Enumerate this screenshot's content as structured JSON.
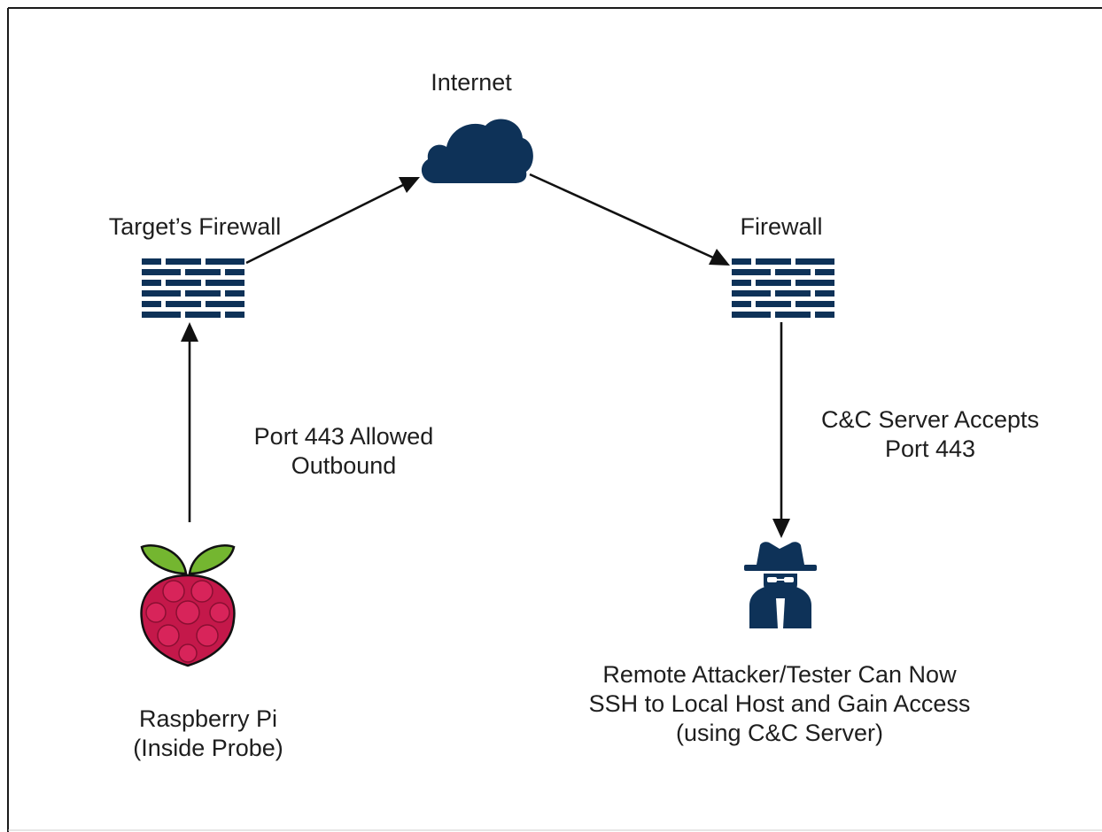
{
  "nodes": {
    "internet": {
      "label": "Internet",
      "icon": "cloud-icon"
    },
    "target_firewall": {
      "label": "Target’s Firewall",
      "icon": "firewall-icon"
    },
    "remote_firewall": {
      "label": "Firewall",
      "icon": "firewall-icon"
    },
    "raspberry_pi": {
      "label_line1": "Raspberry Pi",
      "label_line2": "(Inside Probe)",
      "icon": "raspberry-pi-icon"
    },
    "attacker": {
      "label_line1": "Remote Attacker/Tester Can Now",
      "label_line2": "SSH to Local Host and Gain Access",
      "label_line3": "(using C&C Server)",
      "icon": "hacker-icon"
    }
  },
  "edges": {
    "pi_to_firewall": {
      "label_line1": "Port 443 Allowed",
      "label_line2": "Outbound"
    },
    "firewall_to_attacker": {
      "label_line1": "C&C Server Accepts",
      "label_line2": "Port 443"
    }
  },
  "colors": {
    "icon_navy": "#0e3258",
    "raspberry_red": "#c4184a",
    "leaf_green": "#74b630",
    "outline": "#111111",
    "text": "#1e1e1e"
  }
}
